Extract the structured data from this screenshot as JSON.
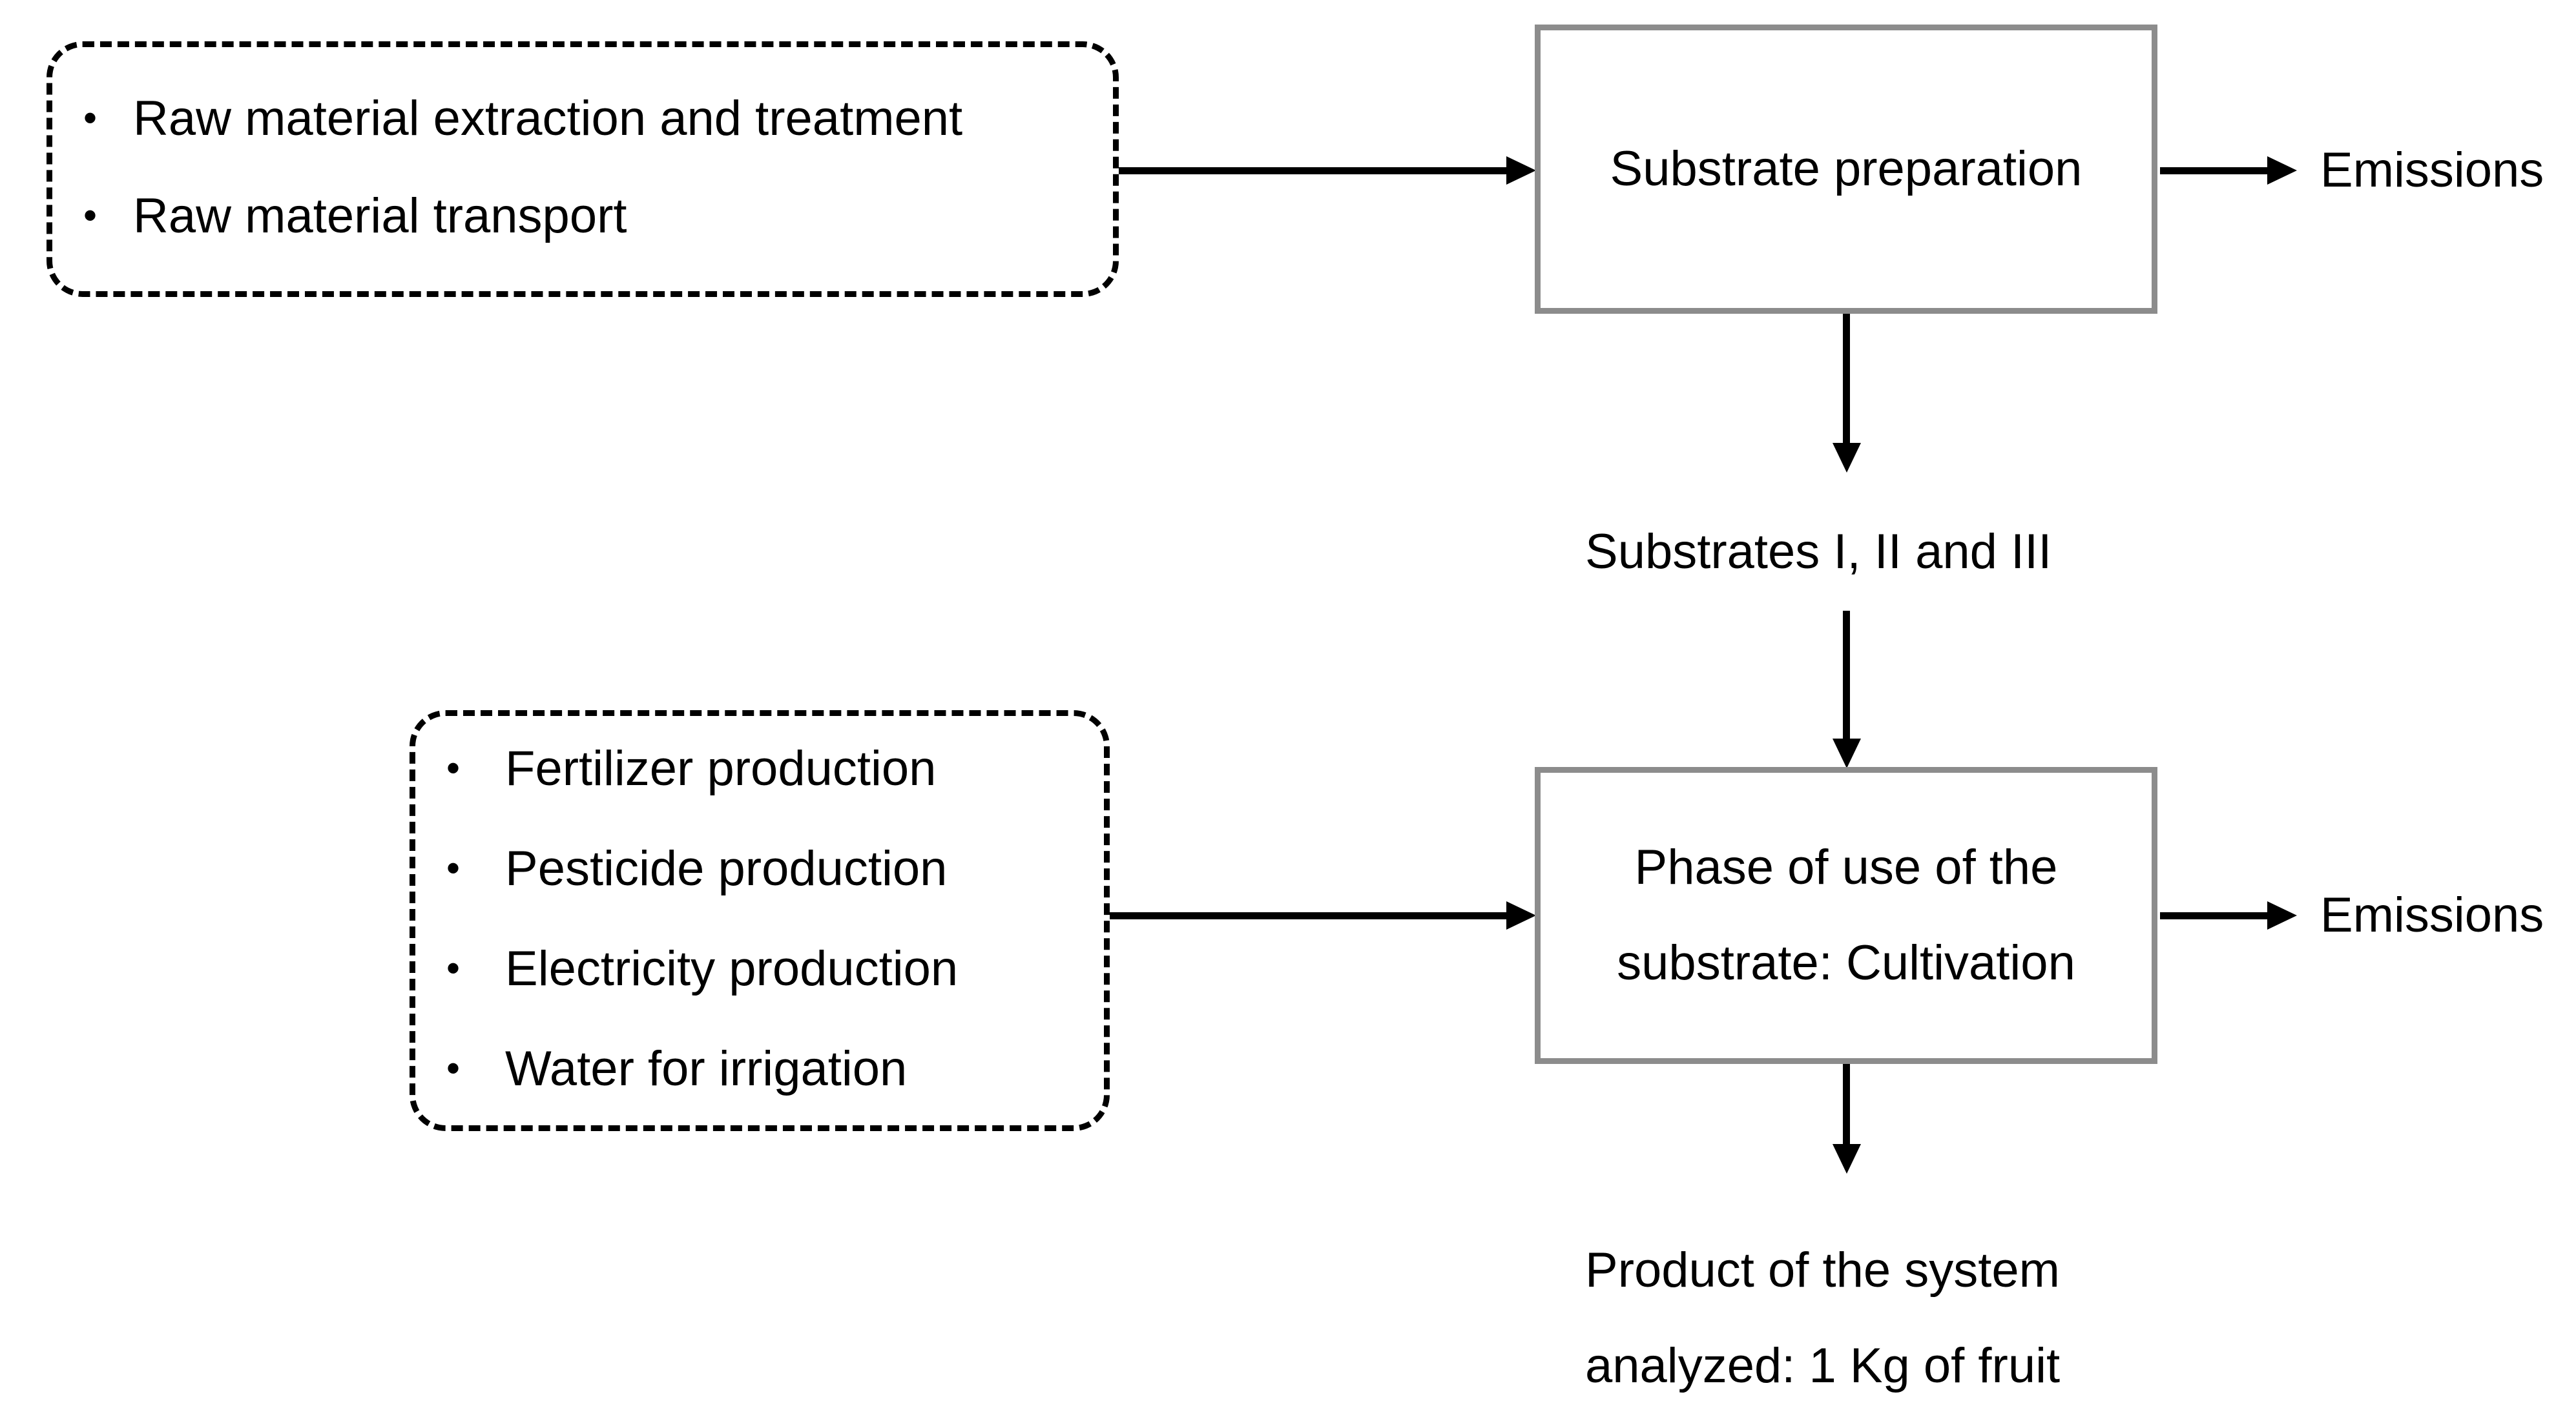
{
  "diagram": {
    "colors": {
      "background": "#ffffff",
      "process_box_border": "#8c8c8c",
      "dashed_box_border": "#000000",
      "arrow": "#000000",
      "text": "#000000"
    },
    "bullet_glyph": "•",
    "raw_material_inputs": {
      "items": [
        "Raw material extraction and treatment",
        "Raw material transport"
      ]
    },
    "cultivation_inputs": {
      "items": [
        "Fertilizer production",
        "Pesticide production",
        "Electricity production",
        "Water for irrigation"
      ]
    },
    "substrate_preparation_box": {
      "label": "Substrate preparation"
    },
    "phase_of_use_box": {
      "line1": "Phase of use of the",
      "line2": "substrate: Cultivation"
    },
    "substrates_label": "Substrates I, II and III",
    "emissions_top_label": "Emissions",
    "emissions_bottom_label": "Emissions",
    "product_label": {
      "line1": "Product of the system",
      "line2": "analyzed: 1 Kg of fruit"
    }
  }
}
